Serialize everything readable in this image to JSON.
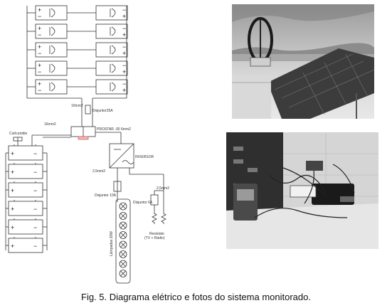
{
  "diagram": {
    "cable_top": "10mm2",
    "disjuntor_25": "Disjuntor25A",
    "cable_mid": "16mm2",
    "controller": "PROSTAR -30",
    "cable_batt": "6mm2",
    "cutout": "Cut/cutoble",
    "inverter": "INVERSOR",
    "cable_25a": "2,5mm2",
    "disjuntor_10": "Disjuntor 10A",
    "cable_25b": "2,5mm2",
    "disjuntor_6": "Disjuntor 6A",
    "lamps": "Lâmpadas 20W",
    "load": "Resistato",
    "load_sub": "(TV + Rádio)"
  },
  "caption": "Fig. 5. Diagrama elétrico e fotos do sistema monitorado."
}
